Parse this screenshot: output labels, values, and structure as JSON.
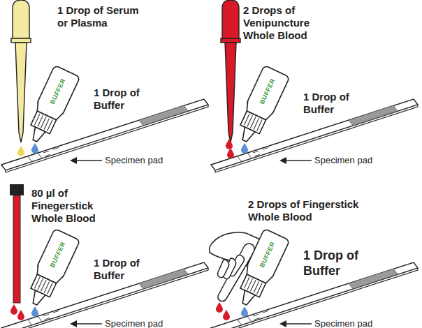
{
  "diagram": {
    "labels": [
      "1 Drop of Serum or Plasma",
      "BUFFER",
      "1 Drop of Buffer",
      "Specimen pad",
      "2 Drops of Venipuncture Whole Blood",
      "BUFFER",
      "1 Drop of Buffer",
      "Specimen pad",
      "80 µl of Finegerstick Whole Blood",
      "BUFFER",
      "1 Drop of Buffer",
      "Specimen pad",
      "2 Drops of Fingerstick Whole Blood",
      "BUFFER",
      "1 Drop of Buffer",
      "Specimen pad"
    ]
  }
}
